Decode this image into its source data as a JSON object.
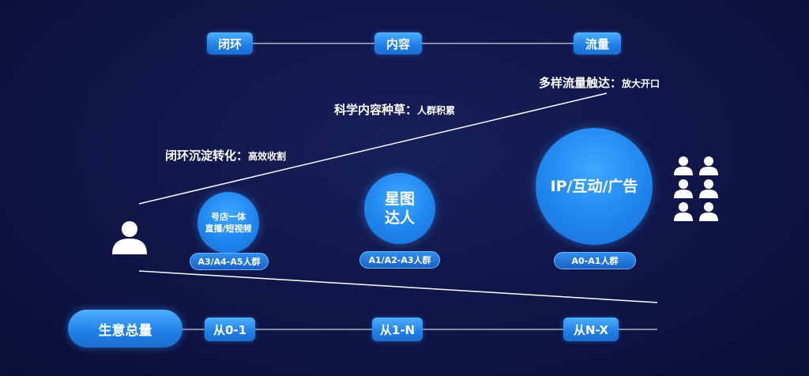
{
  "top_phases": [
    "闭环",
    "内容",
    "流量"
  ],
  "stages": [
    {
      "title": "闭环沉淀转化：",
      "subtitle": "高效收割"
    },
    {
      "title": "科学内容种草：",
      "subtitle": "人群积累"
    },
    {
      "title": "多样流量触达：",
      "subtitle": "放大开口"
    }
  ],
  "circles": [
    {
      "line1": "号店一体",
      "line2": "直播/短视频",
      "tag": "A3/A4-A5人群"
    },
    {
      "line1": "星图",
      "line2": "达人",
      "tag": "A1/A2-A3人群"
    },
    {
      "line1": "IP/互动/广告",
      "line2": "",
      "tag": "A0-A1人群"
    }
  ],
  "bottom": {
    "main": "生意总量",
    "steps": [
      "从0-1",
      "从1-N",
      "从N-X"
    ]
  },
  "icons": {
    "single_user": "user-icon",
    "user_group": "user-group-icon"
  },
  "colors": {
    "background": "#0f1547",
    "accent": "#2b8ff5"
  }
}
